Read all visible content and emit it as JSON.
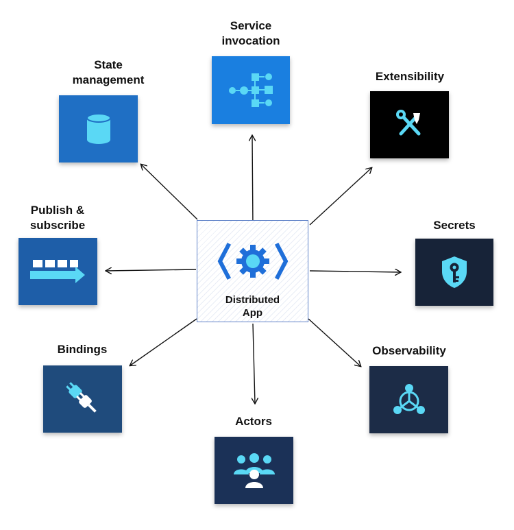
{
  "center": {
    "label": "Distributed\nApp",
    "icon": "gear-code-icon"
  },
  "blocks": {
    "service_invocation": {
      "label": "Service\ninvocation",
      "color": "#1a7fe0",
      "icon": "flow-diagram-icon"
    },
    "state_management": {
      "label": "State\nmanagement",
      "color": "#1f6fc4",
      "icon": "database-icon"
    },
    "extensibility": {
      "label": "Extensibility",
      "color": "#000000",
      "icon": "tools-icon"
    },
    "publish_subscribe": {
      "label": "Publish &\nsubscribe",
      "color": "#1e5ea8",
      "icon": "queue-icon"
    },
    "secrets": {
      "label": "Secrets",
      "color": "#172338",
      "icon": "shield-key-icon"
    },
    "bindings": {
      "label": "Bindings",
      "color": "#1f4b7c",
      "icon": "plug-icon"
    },
    "observability": {
      "label": "Observability",
      "color": "#1c2c47",
      "icon": "network-icon"
    },
    "actors": {
      "label": "Actors",
      "color": "#1b3157",
      "icon": "people-icon"
    }
  },
  "colors": {
    "icon_light": "#5ad8f5",
    "center_icon": "#1f6fd9",
    "arrow": "#111111"
  }
}
